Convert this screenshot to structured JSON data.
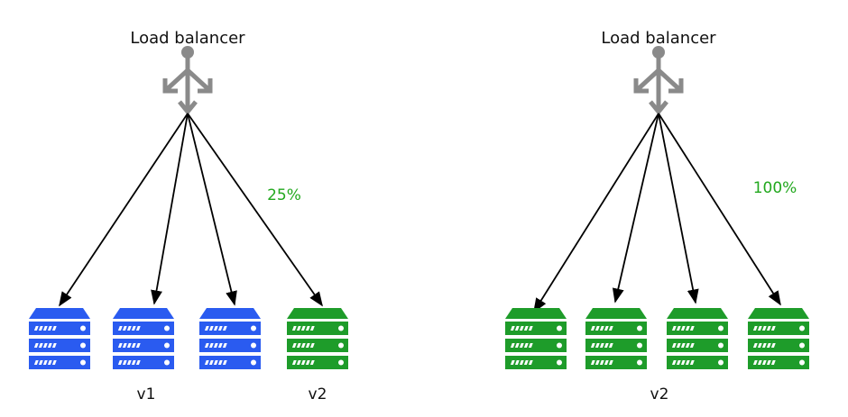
{
  "colors": {
    "blue_server": "#2a5bf0",
    "green_server": "#1e9c2a",
    "percent_text": "#22a81e",
    "arrow": "#000000",
    "balancer": "#8a8a8a"
  },
  "left_panel": {
    "title": "Load balancer",
    "percentage": "25%",
    "servers": [
      {
        "version": "v1",
        "color": "blue"
      },
      {
        "version": "v1",
        "color": "blue"
      },
      {
        "version": "v1",
        "color": "blue"
      },
      {
        "version": "v2",
        "color": "green"
      }
    ],
    "version_labels": [
      "v1",
      "v2"
    ]
  },
  "right_panel": {
    "title": "Load balancer",
    "percentage": "100%",
    "servers": [
      {
        "version": "v2",
        "color": "green"
      },
      {
        "version": "v2",
        "color": "green"
      },
      {
        "version": "v2",
        "color": "green"
      },
      {
        "version": "v2",
        "color": "green"
      }
    ],
    "version_labels": [
      "v2"
    ]
  }
}
